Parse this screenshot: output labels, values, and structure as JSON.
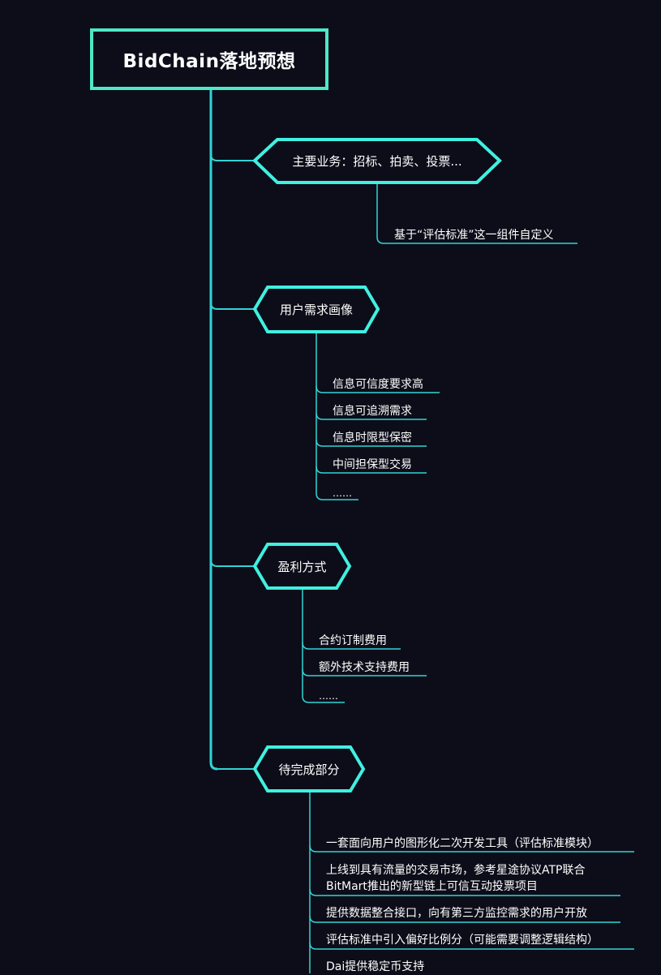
{
  "root": {
    "title": "BidChain落地预想"
  },
  "branches": [
    {
      "label": "主要业务：招标、拍卖、投票...",
      "children": [
        "基于“评估标准”这一组件自定义"
      ]
    },
    {
      "label": "用户需求画像",
      "children": [
        "信息可信度要求高",
        "信息可追溯需求",
        "信息时限型保密",
        "中间担保型交易",
        "……"
      ]
    },
    {
      "label": "盈利方式",
      "children": [
        "合约订制费用",
        "额外技术支持费用",
        "……"
      ]
    },
    {
      "label": "待完成部分",
      "children": [
        "一套面向用户的图形化二次开发工具（评估标准模块）",
        "上线到具有流量的交易市场，参考星途协议ATP联合",
        "BitMart推出的新型链上可信互动投票项目",
        "提供数据整合接口，向有第三方监控需求的用户开放",
        "评估标准中引入偏好比例分（可能需要调整逻辑结构）",
        "Dai提供稳定币支持"
      ]
    }
  ],
  "colors": {
    "background": "#0c0d19",
    "line": "#30d5d5",
    "hex_border": "#40f0e0",
    "root_border": "#4de8c8",
    "text": "#ffffff"
  }
}
